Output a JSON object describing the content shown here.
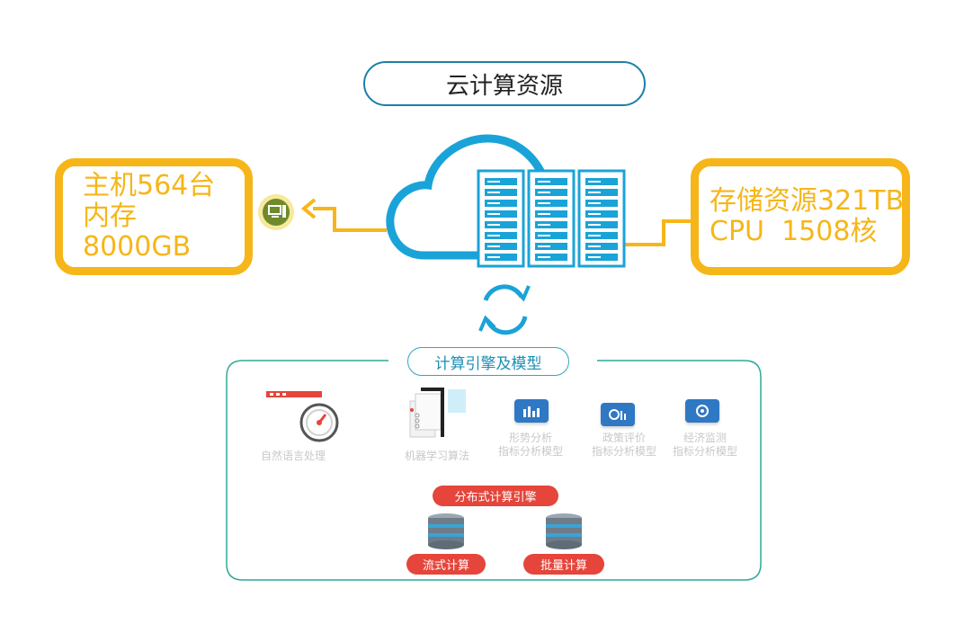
{
  "title": "云计算资源",
  "left_info": {
    "line1": "主机564台",
    "line2": "内存8000GB"
  },
  "right_info": {
    "line1": "存储资源321TB",
    "line2": "CPU  1508核"
  },
  "engine": {
    "title": "计算引擎及模型",
    "items": [
      {
        "label": "自然语言处理",
        "icon": "speedometer-icon"
      },
      {
        "label": "机器学习算法",
        "icon": "document-icon"
      },
      {
        "label": "形势分析\n指标分析模型",
        "icon": "bar-chart-icon"
      },
      {
        "label": "政策评价\n指标分析模型",
        "icon": "analytics-icon"
      },
      {
        "label": "经济监测\n指标分析模型",
        "icon": "monitor-icon"
      }
    ],
    "distributed": "分布式计算引擎",
    "stream": "流式计算",
    "batch": "批量计算"
  },
  "colors": {
    "accent_yellow": "#f6b619",
    "cloud_blue": "#1aa3d8",
    "pill_red": "#e5453b",
    "frame_teal": "#2fa89a"
  }
}
